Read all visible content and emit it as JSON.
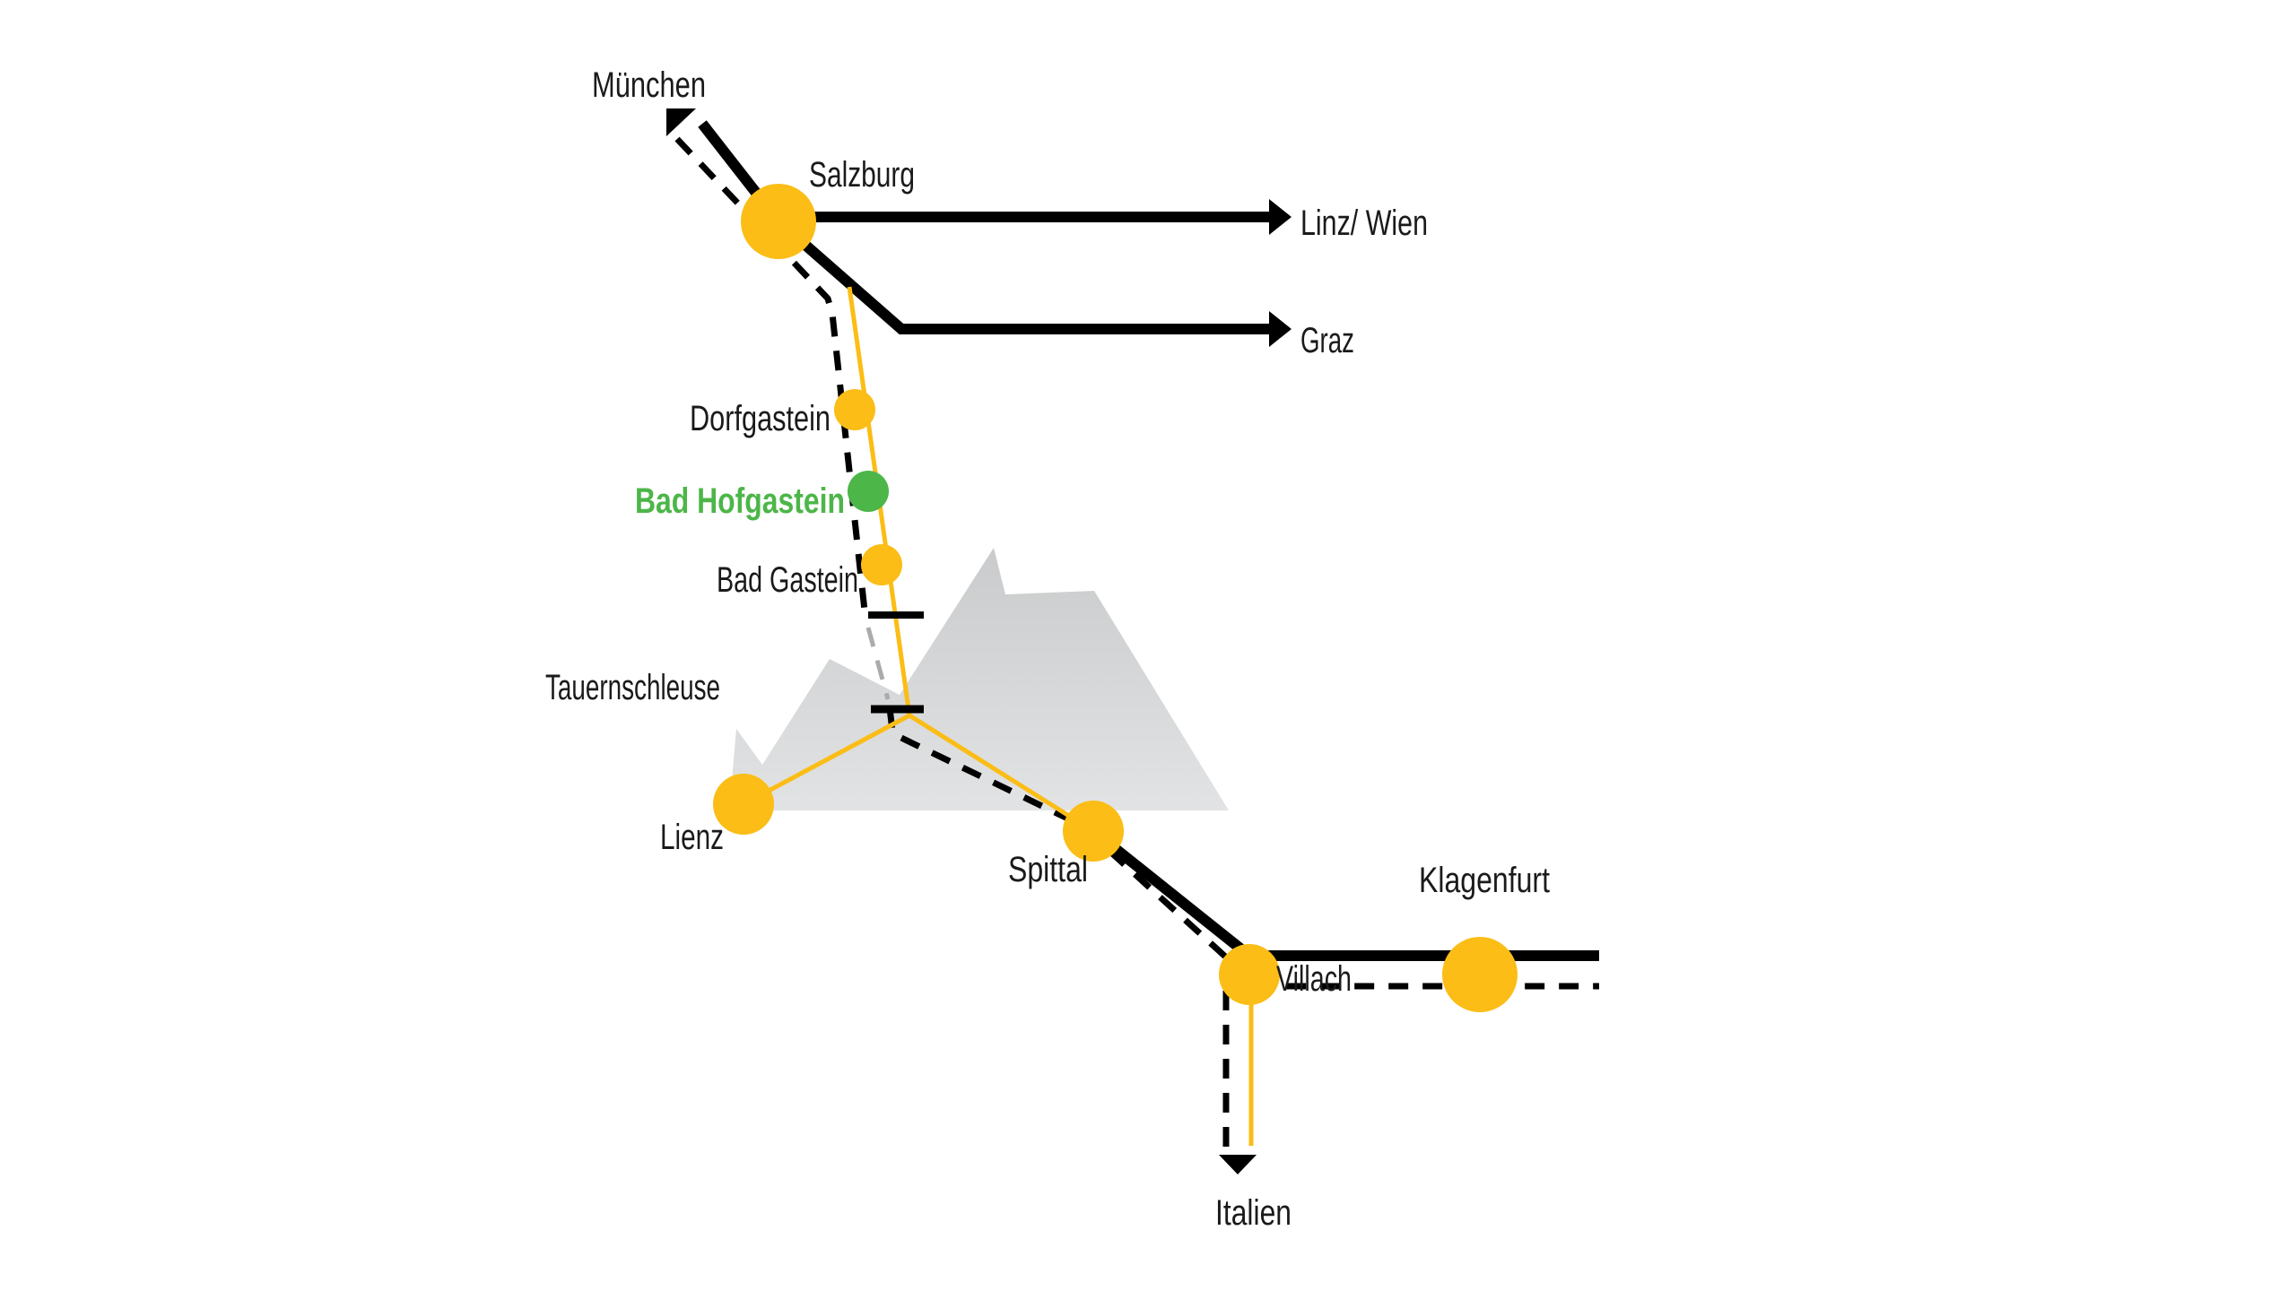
{
  "colors": {
    "station": "#fbbd16",
    "highlight": "#4cb648",
    "mountain": "#d7d9da",
    "line": "#000000",
    "text": "#1a1a1a"
  },
  "labels": {
    "muenchen": "München",
    "salzburg": "Salzburg",
    "linz_wien": "Linz/ Wien",
    "graz": "Graz",
    "dorfgastein": "Dorfgastein",
    "bad_hofgastein": "Bad Hofgastein",
    "bad_gastein": "Bad Gastein",
    "tauernschleuse": "Tauernschleuse",
    "lienz": "Lienz",
    "spittal": "Spittal",
    "klagenfurt": "Klagenfurt",
    "villach": "Villach",
    "italien": "Italien"
  },
  "highlighted_station": "Bad Hofgastein"
}
